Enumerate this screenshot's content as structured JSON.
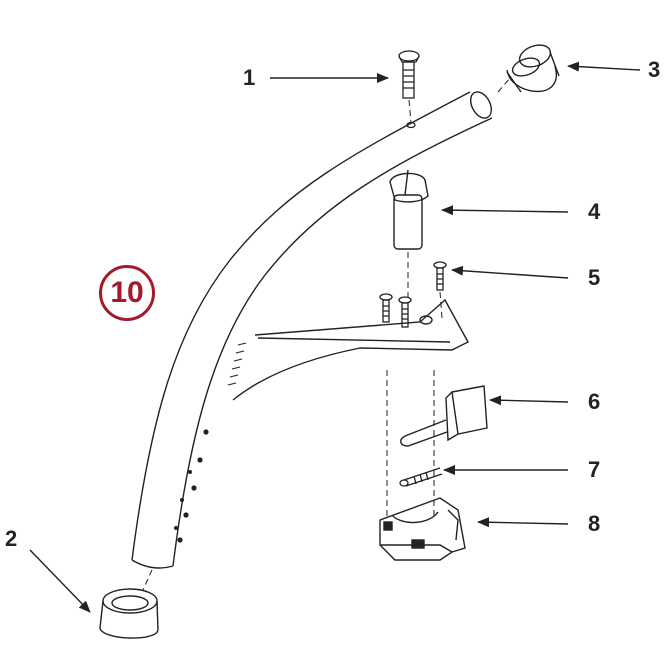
{
  "colors": {
    "line": "#222222",
    "badge": "#a31b2a",
    "background": "#ffffff"
  },
  "badge": {
    "label": "10"
  },
  "callouts": [
    {
      "id": "1",
      "label": "1"
    },
    {
      "id": "2",
      "label": "2"
    },
    {
      "id": "3",
      "label": "3"
    },
    {
      "id": "4",
      "label": "4"
    },
    {
      "id": "5",
      "label": "5"
    },
    {
      "id": "6",
      "label": "6"
    },
    {
      "id": "7",
      "label": "7"
    },
    {
      "id": "8",
      "label": "8"
    }
  ]
}
